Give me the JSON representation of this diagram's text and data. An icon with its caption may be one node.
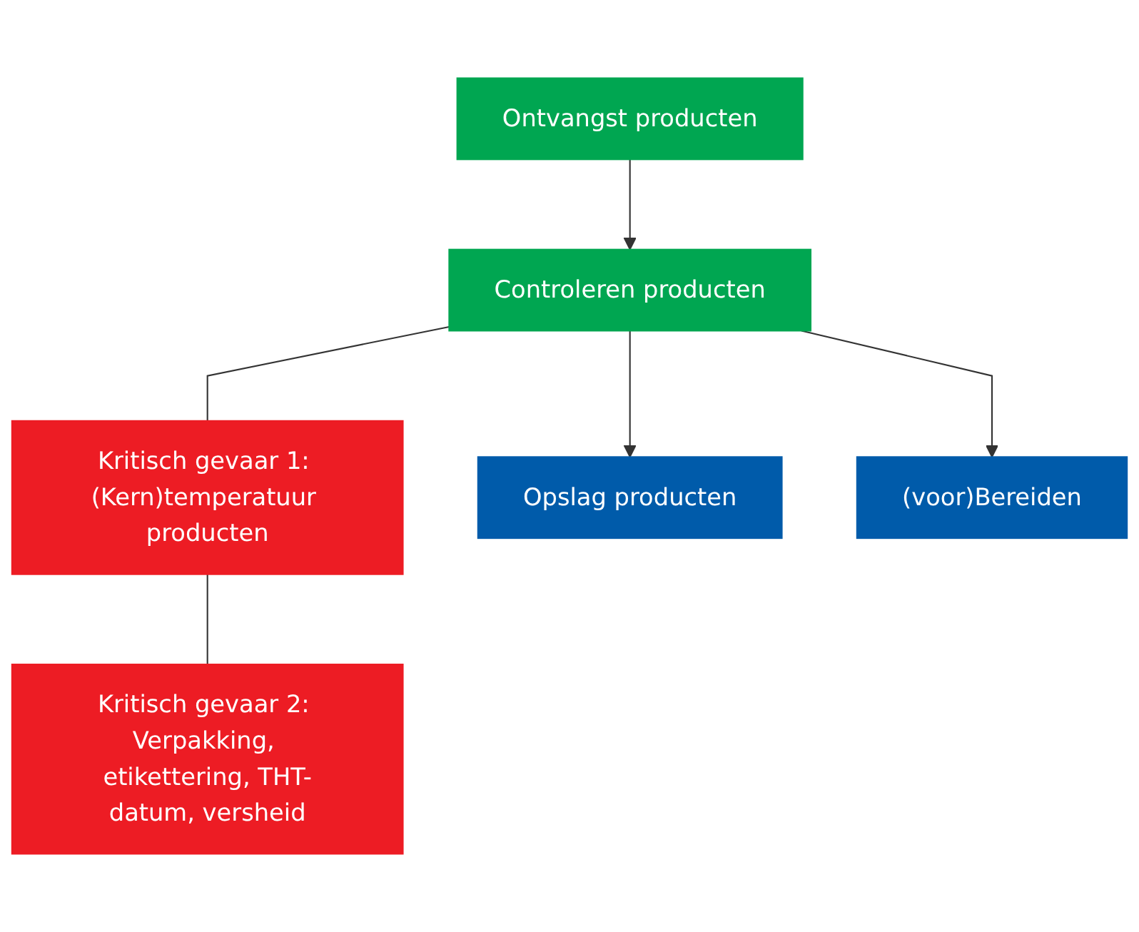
{
  "diagram": {
    "nodes": [
      {
        "text": [
          "Ontvangst producten"
        ]
      },
      {
        "text": [
          "Controleren producten"
        ]
      },
      {
        "text": [
          "Kritisch gevaar 1: (Kern)temperatuur producten"
        ]
      },
      {
        "text": [
          "Kritisch gevaar 2: Verpakking, etikettering, THT-datum, versheid"
        ]
      },
      {
        "text": [
          "Opslag producten"
        ]
      },
      {
        "text": [
          "(voor)Bereiden"
        ]
      }
    ],
    "edges": [
      {
        "from": 0,
        "to": 1,
        "arrow": "to"
      },
      {
        "from": 1,
        "to": 2,
        "arrow": "none"
      },
      {
        "from": 2,
        "to": 3,
        "arrow": "none"
      },
      {
        "from": 1,
        "to": 4,
        "arrow": "to"
      },
      {
        "from": 1,
        "to": 5,
        "arrow": "to"
      }
    ]
  }
}
